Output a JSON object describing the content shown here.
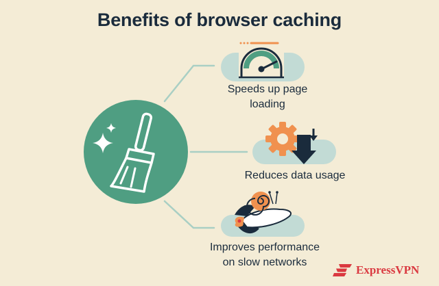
{
  "title": "Benefits of browser caching",
  "benefits": [
    {
      "label_line1": "Speeds up page",
      "label_line2": "loading",
      "icon": "speedometer-icon"
    },
    {
      "label_line1": "Reduces data usage",
      "icon": "gear-download-icon"
    },
    {
      "label_line1": "Improves performance",
      "label_line2": "on slow networks",
      "icon": "snail-rocket-icon"
    }
  ],
  "center_icon": "broom-sparkle-icon",
  "brand": {
    "name": "ExpressVPN",
    "color": "#da3940"
  },
  "colors": {
    "background": "#f4ecd6",
    "circle": "#4f9e82",
    "pill": "#c2dbd5",
    "connector": "#a9cfc4",
    "accent_orange": "#f0914f",
    "dark": "#1a2b3c"
  }
}
